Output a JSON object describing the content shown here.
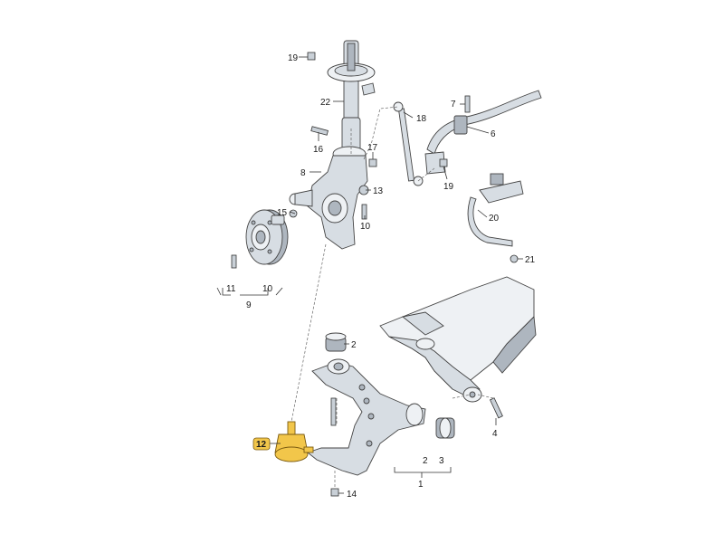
{
  "diagram": {
    "callouts": [
      {
        "id": "19a",
        "label": "19"
      },
      {
        "id": "22",
        "label": "22"
      },
      {
        "id": "18",
        "label": "18"
      },
      {
        "id": "7",
        "label": "7"
      },
      {
        "id": "6",
        "label": "6"
      },
      {
        "id": "16",
        "label": "16"
      },
      {
        "id": "17",
        "label": "17"
      },
      {
        "id": "8",
        "label": "8"
      },
      {
        "id": "19b",
        "label": "19"
      },
      {
        "id": "13",
        "label": "13"
      },
      {
        "id": "15",
        "label": "15"
      },
      {
        "id": "10a",
        "label": "10"
      },
      {
        "id": "20",
        "label": "20"
      },
      {
        "id": "21",
        "label": "21"
      },
      {
        "id": "11",
        "label": "11"
      },
      {
        "id": "10b",
        "label": "10"
      },
      {
        "id": "9",
        "label": "9"
      },
      {
        "id": "2a",
        "label": "2"
      },
      {
        "id": "4",
        "label": "4"
      },
      {
        "id": "12",
        "label": "12",
        "highlight": true
      },
      {
        "id": "2b",
        "label": "2"
      },
      {
        "id": "3",
        "label": "3"
      },
      {
        "id": "1",
        "label": "1"
      },
      {
        "id": "14",
        "label": "14"
      }
    ],
    "highlight_color": "#f2c64a",
    "line_color": "#333333"
  }
}
